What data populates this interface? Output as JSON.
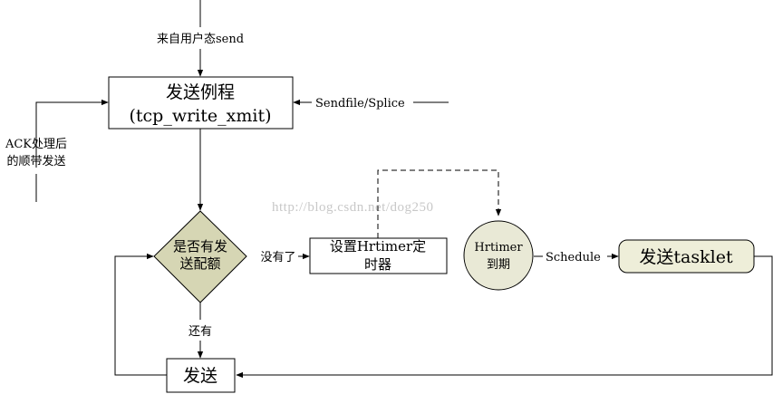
{
  "nodes": {
    "user_send": "来自用户态send",
    "send_routine_line1": "发送例程",
    "send_routine_line2": "(tcp_write_xmit)",
    "sendfile": "Sendfile/Splice",
    "ack_line1": "ACK处理后",
    "ack_line2": "的顺带发送",
    "decision_line1": "是否有发",
    "decision_line2": "送配额",
    "no_quota": "没有了",
    "has_quota": "还有",
    "hrtimer_box_line1": "设置Hrtimer定",
    "hrtimer_box_line2": "时器",
    "hrtimer_circle_line1": "Hrtimer",
    "hrtimer_circle_line2": "到期",
    "schedule": "Schedule",
    "tasklet": "发送tasklet",
    "send": "发送"
  },
  "watermark": "http://blog.csdn.net/dog250",
  "colors": {
    "decision_fill": "#d6d6b4",
    "circle_fill": "#e9e9d6",
    "tasklet_fill": "#eeeed9",
    "line": "#000000",
    "watermark": "#c8c8c8"
  }
}
